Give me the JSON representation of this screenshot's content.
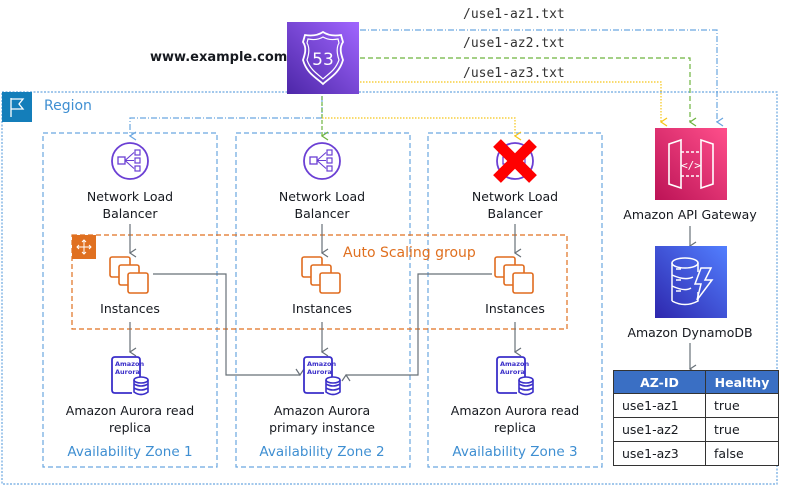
{
  "domain_label": "www.example.com",
  "route53": {
    "label": "53"
  },
  "routes": [
    {
      "path": "/use1-az1.txt",
      "color": "#6aa6e0",
      "style": "dash-dot"
    },
    {
      "path": "/use1-az2.txt",
      "color": "#6db33f",
      "style": "dashed"
    },
    {
      "path": "/use1-az3.txt",
      "color": "#f5c518",
      "style": "dotted"
    }
  ],
  "region": {
    "label": "Region"
  },
  "asg": {
    "label": "Auto Scaling group"
  },
  "zones": [
    {
      "label": "Availability Zone 1",
      "nlb": "Network Load\nBalancer",
      "nlb_failed": false,
      "instances": "Instances",
      "aurora": "Amazon Aurora read\nreplica"
    },
    {
      "label": "Availability Zone 2",
      "nlb": "Network Load\nBalancer",
      "nlb_failed": false,
      "instances": "Instances",
      "aurora": "Amazon Aurora\nprimary instance"
    },
    {
      "label": "Availability Zone 3",
      "nlb": "Network Load\nBalancer",
      "nlb_failed": true,
      "instances": "Instances",
      "aurora": "Amazon Aurora read\nreplica"
    }
  ],
  "aurora_icon_text": [
    "Amazon",
    "Aurora"
  ],
  "api_gateway": {
    "label": "Amazon API Gateway",
    "icon": "</>"
  },
  "dynamodb": {
    "label": "Amazon DynamoDB"
  },
  "health_table": {
    "headers": [
      "AZ-ID",
      "Healthy"
    ],
    "rows": [
      [
        "use1-az1",
        "true"
      ],
      [
        "use1-az2",
        "true"
      ],
      [
        "use1-az3",
        "false"
      ]
    ]
  },
  "colors": {
    "route53": "#7b42d1",
    "api_gateway": "#e2336b",
    "dynamodb": "#3b5bdb",
    "nlb": "#6b3fd4",
    "ec2": "#e06c1f",
    "failure": "#ff0000",
    "zone_border": "#6aa6e0"
  }
}
